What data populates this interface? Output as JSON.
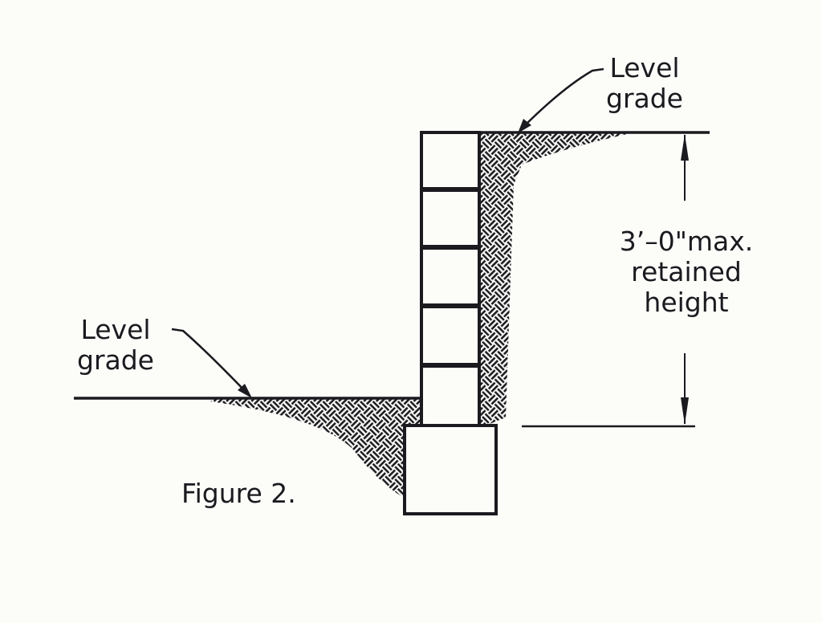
{
  "labels": {
    "upper_grade_line1": "Level",
    "upper_grade_line2": "grade",
    "lower_grade_line1": "Level",
    "lower_grade_line2": "grade",
    "dimension_line1": "3’–0\"max.",
    "dimension_line2": "retained",
    "dimension_line3": "height",
    "caption": "Figure 2."
  },
  "colors": {
    "ink": "#1a1a1f",
    "paper": "#fcfcf9"
  }
}
